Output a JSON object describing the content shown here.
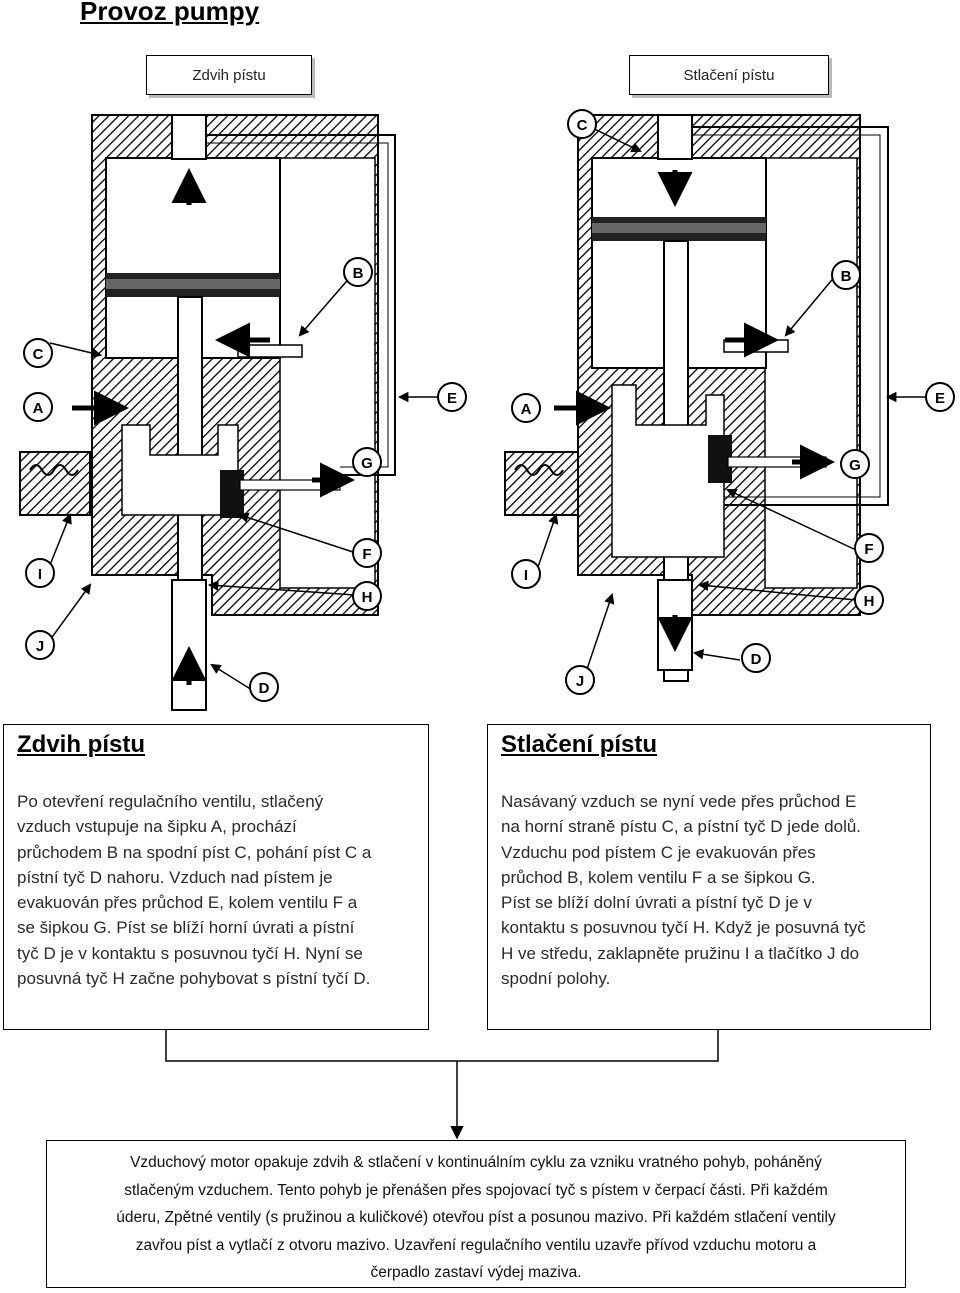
{
  "page": {
    "title": "Provoz pumpy"
  },
  "header_labels": {
    "left": "Zdvih pístu",
    "right": "Stlačení pístu"
  },
  "letters": {
    "A": "A",
    "B": "B",
    "C": "C",
    "D": "D",
    "E": "E",
    "F": "F",
    "G": "G",
    "H": "H",
    "I": "I",
    "J": "J"
  },
  "descriptions": {
    "left": {
      "heading": "Zdvih pístu",
      "lines": [
        "Po otevření regulačního ventilu, stlačený",
        "vzduch vstupuje na šipku A, prochází",
        "průchodem B na spodní píst C, pohání píst C a",
        "pístní tyč D nahoru. Vzduch nad pístem je",
        "evakuován přes průchod E, kolem ventilu F a",
        "se šipkou G. Píst se blíží horní úvrati a pístní",
        "tyč D je v kontaktu s posuvnou tyčí H. Nyní se",
        "posuvná tyč H začne pohybovat s pístní tyčí D."
      ]
    },
    "right": {
      "heading": "Stlačení pístu",
      "lines": [
        "Nasávaný vzduch se nyní vede přes průchod E",
        "na horní straně pístu C, a pístní tyč D jede dolů.",
        "Vzduchu pod pístem C je evakuován přes",
        "průchod B, kolem ventilu F a se šipkou G.",
        "Píst se blíží dolní úvrati a pístní tyč D je v",
        "kontaktu s posuvnou tyčí H. Když je posuvná tyč",
        "H ve středu, zaklapněte pružinu I a tlačítko J do",
        "spodní polohy."
      ]
    }
  },
  "summary": {
    "lines": [
      "Vzduchový motor opakuje zdvih & stlačení v kontinuálním cyklu za vzniku vratného pohyb, poháněný",
      "stlačeným vzduchem. Tento pohyb je přenášen přes spojovací tyč s pístem v čerpací části. Při každém",
      "úderu, Zpětné ventily (s pružinou a kuličkové) otevřou píst a posunou mazivo. Při každém stlačení ventily",
      "zavřou píst a vytlačí z otvoru mazivo. Uzavření regulačního ventilu uzavře přívod vzduchu motoru a",
      "čerpadlo zastaví výdej maziva."
    ]
  }
}
